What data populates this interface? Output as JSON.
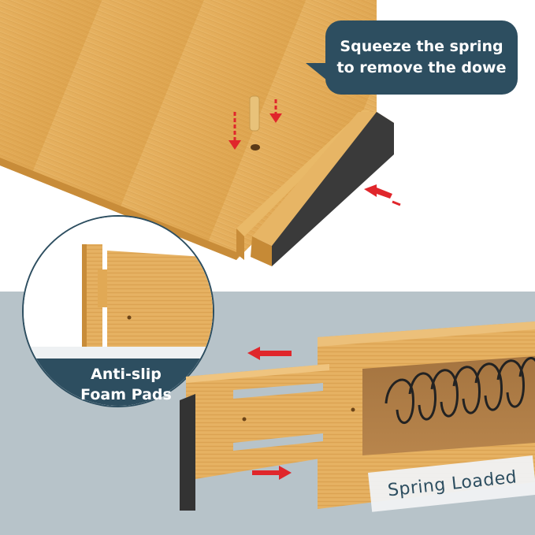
{
  "callout": {
    "line1": "Squeeze the spring",
    "line2": "to remove the dowe"
  },
  "inset_label": {
    "line1": "Anti-slip",
    "line2": "Foam Pads"
  },
  "badge": {
    "text": "Spring Loaded"
  },
  "colors": {
    "callout_bg": "#2d4e60",
    "background_lower": "#b7c3c9",
    "bamboo": "#e3ad5c",
    "foam": "#333333",
    "arrow_red": "#e0262b"
  }
}
